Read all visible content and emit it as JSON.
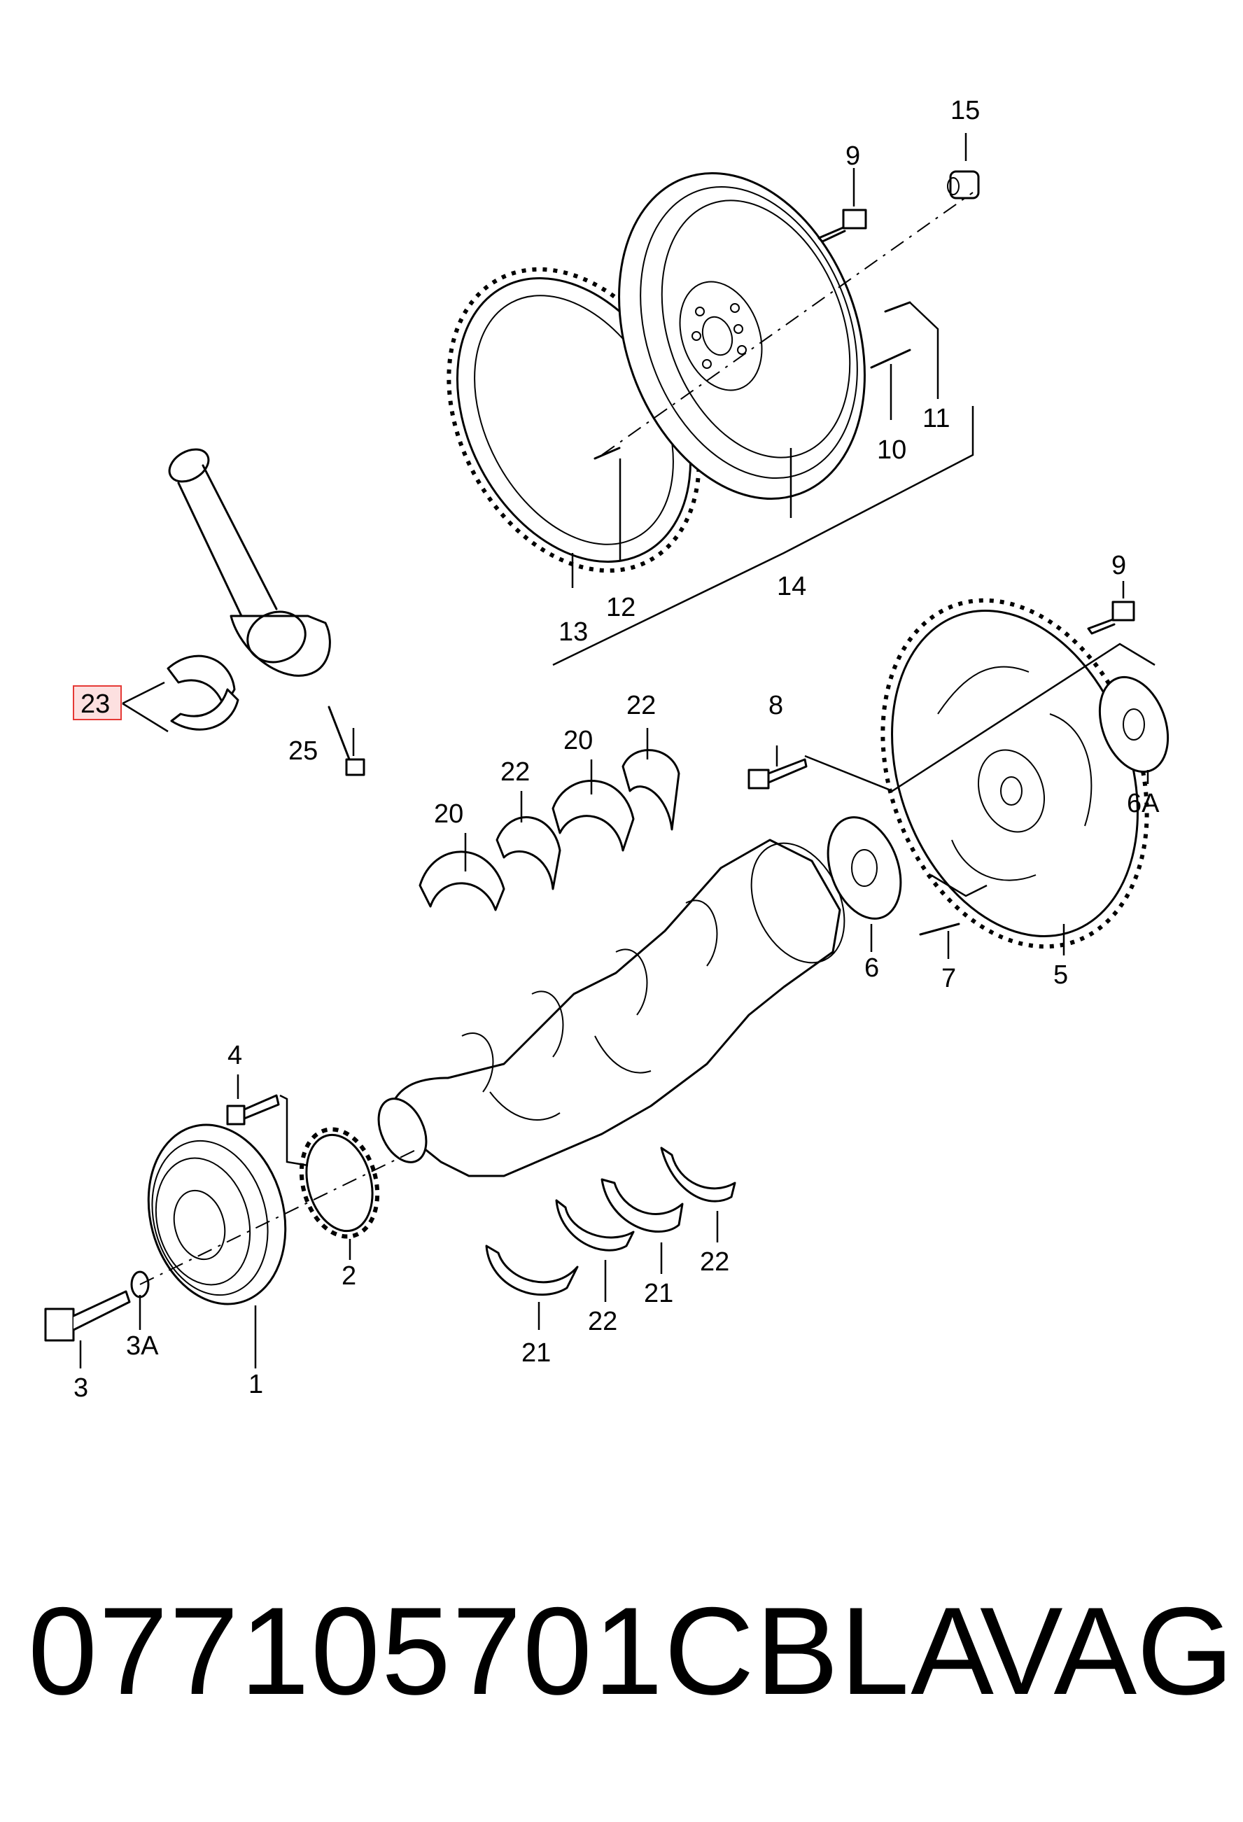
{
  "diagram": {
    "callouts": {
      "c1": "1",
      "c2": "2",
      "c3": "3",
      "c3a": "3A",
      "c4": "4",
      "c5": "5",
      "c6": "6",
      "c6a": "6A",
      "c7": "7",
      "c8": "8",
      "c9_top": "9",
      "c9_right": "9",
      "c10": "10",
      "c11": "11",
      "c12": "12",
      "c13": "13",
      "c14": "14",
      "c15": "15",
      "c20_left": "20",
      "c20_right": "20",
      "c21_left": "21",
      "c21_right": "21",
      "c22_upper_left": "22",
      "c22_upper_right": "22",
      "c22_lower_left": "22",
      "c22_lower_right": "22",
      "c23": "23",
      "c25": "25"
    },
    "highlight_color": "#e53935",
    "highlight_fill": "#fde0e0"
  },
  "footer": {
    "part_number": "077105701CBLA",
    "brand": "VAG"
  }
}
